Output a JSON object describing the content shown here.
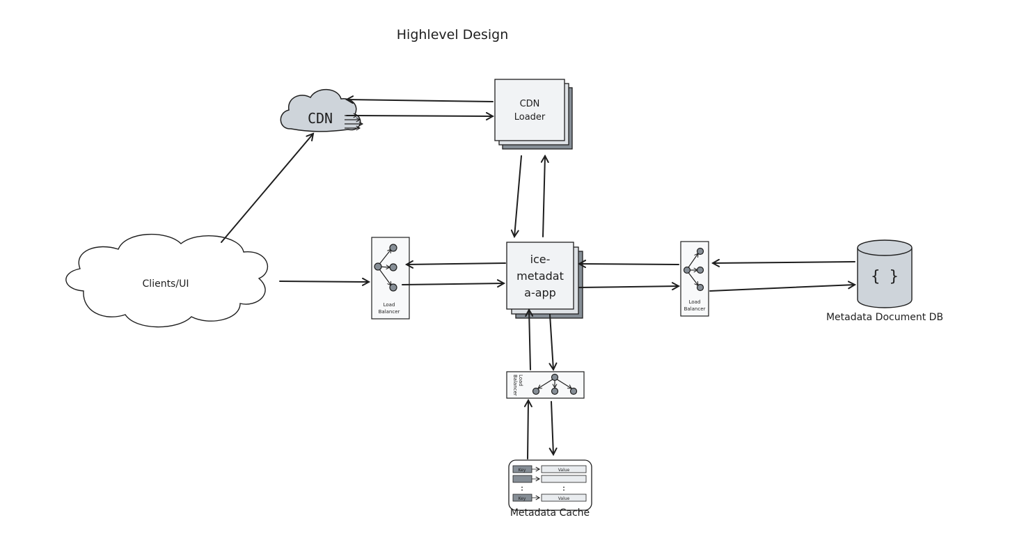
{
  "diagram": {
    "title": "Highlevel Design",
    "nodes": {
      "cdn": {
        "label": "CDN"
      },
      "cdn_loader": {
        "label_line1": "CDN",
        "label_line2": "Loader"
      },
      "clients": {
        "label": "Clients/UI"
      },
      "app": {
        "label_line1": "ice-",
        "label_line2": "metadat",
        "label_line3": "a-app"
      },
      "lb_left": {
        "label_line1": "Load",
        "label_line2": "Balancer"
      },
      "lb_right": {
        "label_line1": "Load",
        "label_line2": "Balancer"
      },
      "lb_bottom": {
        "label_line1": "Load",
        "label_line2": "Balancer"
      },
      "db": {
        "label": "Metadata Document DB",
        "icon_text": "{ }"
      },
      "cache": {
        "label": "Metadata Cache",
        "rows": [
          {
            "key": "Key",
            "value": "Value"
          },
          {
            "key": "",
            "value": ""
          },
          {
            "key": "Key",
            "value": "Value"
          }
        ]
      }
    },
    "colors": {
      "stroke": "#1e1e1e",
      "cdn_fill": "#ced4da",
      "stack_dark": "#868e96",
      "stack_mid": "#dee2e6",
      "box_fill": "#f1f3f5",
      "db_fill": "#ced4da",
      "key_fill": "#868e96",
      "value_fill": "#e9ecef"
    }
  }
}
